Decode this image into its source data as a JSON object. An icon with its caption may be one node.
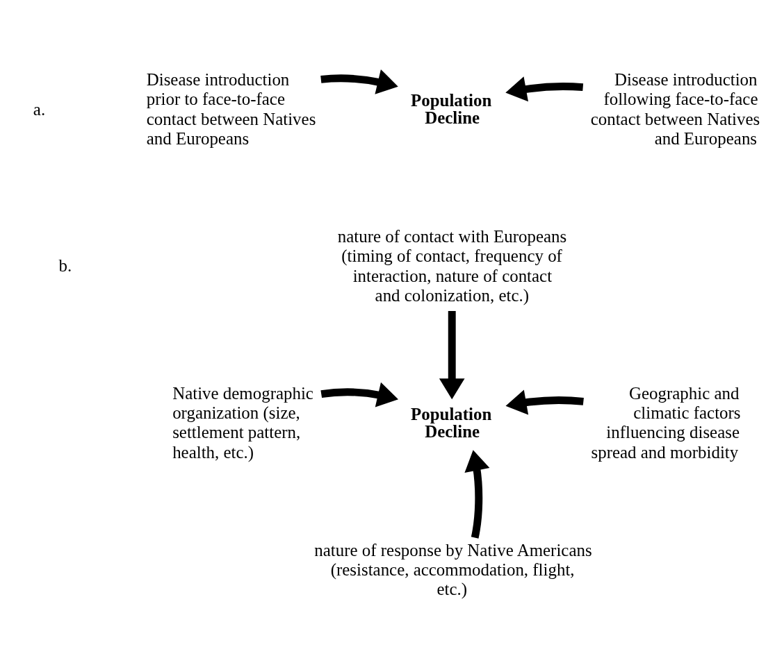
{
  "diagram": {
    "nodes": [
      {
        "text": [
          "Disease introduction prior to face-to-face contact between Natives and Europeans"
        ]
      },
      {
        "text": [
          "Population Decline"
        ]
      },
      {
        "text": [
          "Disease introduction following face-to-face contact between Natives and Europeans"
        ]
      },
      {
        "text": [
          "nature of contact with Europeans (timing of contact, frequency of interaction, nature of contact and colonization, etc.)"
        ]
      },
      {
        "text": [
          "Native demographic organization (size, settlement pattern, health, etc.)"
        ]
      },
      {
        "text": [
          "Population Decline"
        ]
      },
      {
        "text": [
          "Geographic and climatic factors influencing disease spread and morbidity"
        ]
      },
      {
        "text": [
          "nature of response by Native Americans (resistance, accommodation, flight, etc.)"
        ]
      }
    ],
    "edges": [
      {
        "from": 0,
        "to": 1,
        "arrow": "to"
      },
      {
        "from": 2,
        "to": 1,
        "arrow": "to"
      },
      {
        "from": 3,
        "to": 5,
        "arrow": "to"
      },
      {
        "from": 4,
        "to": 5,
        "arrow": "to"
      },
      {
        "from": 6,
        "to": 5,
        "arrow": "to"
      },
      {
        "from": 7,
        "to": 5,
        "arrow": "to"
      }
    ],
    "labels": [
      "a.",
      "b."
    ]
  }
}
